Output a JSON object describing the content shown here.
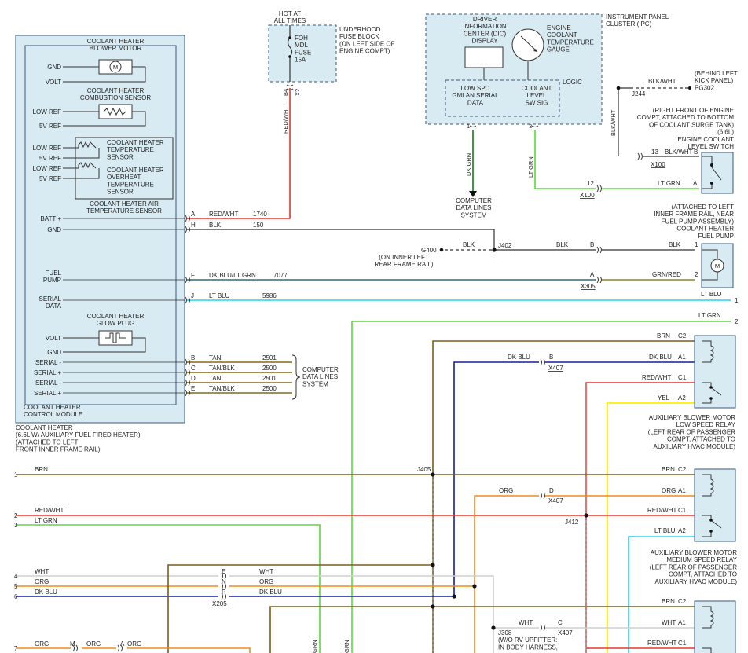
{
  "colors": {
    "red": "#e8352b",
    "black": "#333333",
    "dkblu_ltgrn": "#2a6e7e",
    "ltblu": "#22d3ee",
    "ltgrn": "#55dd33",
    "dkgrn": "#167a16",
    "brn": "#7a5c1e",
    "tan": "#8b6914",
    "dkblu": "#1020a0",
    "org": "#f08a1c",
    "yel": "#ffee00",
    "gray": "#cfcfcf"
  },
  "hot_at": "HOT AT\nALL TIMES",
  "fuse": {
    "name": "FOH\nMDL\nFUSE\n15A",
    "block": "UNDERHOOD\nFUSE BLOCK\n(ON LEFT SIDE OF\nENGINE COMPT)",
    "pins": [
      "B4",
      "X2"
    ],
    "wire": "RED/WHT"
  },
  "ipc": {
    "title": "INSTRUMENT PANEL\nCLUSTER (IPC)",
    "dic": "DRIVER\nINFORMATION\nCENTER (DIC)\nDISPLAY",
    "gauge": "ENGINE\nCOOLANT\nTEMPERATURE\nGAUGE",
    "logic": "LOGIC",
    "lowspd": "LOW SPD\nGMLAN SERIAL\nDATA",
    "coolant_sig": "COOLANT\nLEVEL\nSW SIG",
    "pins": [
      "1",
      "3"
    ],
    "wires": [
      "DK GRN",
      "LT GRN"
    ],
    "cdl": "COMPUTER\nDATA LINES\nSYSTEM"
  },
  "module": {
    "name": "COOLANT HEATER\nCONTROL MODULE",
    "desc": "COOLANT HEATER\n(6.6L W/ AUXILIARY FUEL FIRED HEATER)\n(ATTACHED TO LEFT\nFRONT INNER FRAME RAIL)",
    "blower_title": "COOLANT HEATER\nBLOWER MOTOR",
    "blower_pins": [
      "GND",
      "VOLT"
    ],
    "comb_title": "COOLANT HEATER\nCOMBUSTION SENSOR",
    "comb_pins": [
      "LOW REF",
      "5V REF"
    ],
    "temp_pins": [
      "LOW REF",
      "5V REF",
      "LOW REF",
      "5V REF"
    ],
    "temp_sensor": "COOLANT HEATER\nTEMPERATURE\nSENSOR",
    "overheat_sensor": "COOLANT HEATER\nOVERHEAT\nTEMPERATURE\nSENSOR",
    "air_sensor": "COOLANT HEATER AIR\nTEMPERATURE SENSOR",
    "glow_title": "COOLANT HEATER\nGLOW PLUG",
    "glow_pins": [
      "VOLT",
      "GND"
    ],
    "serial_pins": [
      "SERIAL -",
      "SERIAL +",
      "SERIAL -",
      "SERIAL +"
    ],
    "batt": "BATT +",
    "gnd": "GND",
    "fuel_pump": "FUEL\nPUMP",
    "serial_data": "SERIAL\nDATA"
  },
  "circuits": [
    {
      "pin": "A",
      "color": "RED/WHT",
      "num": "1740"
    },
    {
      "pin": "H",
      "color": "BLK",
      "num": "150"
    },
    {
      "pin": "F",
      "color": "DK BLU/LT GRN",
      "num": "7077"
    },
    {
      "pin": "J",
      "color": "LT BLU",
      "num": "5986"
    },
    {
      "pin": "B",
      "color": "TAN",
      "num": "2501"
    },
    {
      "pin": "C",
      "color": "TAN/BLK",
      "num": "2500"
    },
    {
      "pin": "D",
      "color": "TAN",
      "num": "2501"
    },
    {
      "pin": "E",
      "color": "TAN/BLK",
      "num": "2500"
    }
  ],
  "cdl_right": "COMPUTER\nDATA LINES\nSYSTEM",
  "ground": {
    "g400": "G400",
    "g400_desc": "(ON INNER LEFT\nREAR FRAME RAIL)",
    "j402": "J402",
    "blk": "BLK"
  },
  "pg302": {
    "blkwht": "BLK/WHT",
    "name": "(BEHIND LEFT\nKICK PANEL)\nPG302",
    "j244": "J244",
    "wire": "BLK/WHT"
  },
  "level_switch": {
    "desc": "(RIGHT FRONT OF ENGINE\nCOMPT, ATTACHED TO BOTTOM\nOF COOLANT SURGE TANK)\n(6.6L)\nENGINE COOLANT\nLEVEL SWITCH",
    "x100a": {
      "pin": "13",
      "name": "X100",
      "wire": "BLK/WHT",
      "term": "B"
    },
    "x100b": {
      "pin": "12",
      "name": "X100",
      "wire": "LT GRN",
      "term": "A"
    }
  },
  "fuel_pump": {
    "desc": "(ATTACHED TO LEFT\nINNER FRAME RAIL, NEAR\nFUEL PUMP ASSEMBLY)\nCOOLANT HEATER\nFUEL PUMP",
    "x305": "X305",
    "blk_pin": "B",
    "blk": "BLK",
    "pin1": "1",
    "grn_pin": "A",
    "grnred": "GRN/RED",
    "pin2": "2"
  },
  "offpage": {
    "ltblu": "LT BLU",
    "ltblu_n": "1",
    "ltgrn": "LT GRN",
    "ltgrn_n": "2"
  },
  "relay_low": {
    "desc": "AUXILIARY BLOWER MOTOR\nLOW SPEED RELAY\n(LEFT REAR OF PASSENGER\nCOMPT, ATTACHED TO\nAUXILIARY HVAC MODULE)",
    "pins": [
      {
        "w": "BRN",
        "p": "C2"
      },
      {
        "w": "DK BLU",
        "p": "A1"
      },
      {
        "w": "RED/WHT",
        "p": "C1"
      },
      {
        "w": "YEL",
        "p": "A2"
      }
    ],
    "x407": {
      "pin": "B",
      "name": "X407",
      "wire": "DK BLU"
    }
  },
  "relay_med": {
    "desc": "AUXILIARY BLOWER MOTOR\nMEDIUM SPEED RELAY\n(LEFT REAR OF PASSENGER\nCOMPT, ATTACHED TO\nAUXILIARY HVAC MODULE)",
    "pins": [
      {
        "w": "BRN",
        "p": "C2"
      },
      {
        "w": "ORG",
        "p": "A1"
      },
      {
        "w": "RED/WHT",
        "p": "C1"
      },
      {
        "w": "LT BLU",
        "p": "A2"
      }
    ],
    "x407": {
      "pin": "D",
      "name": "X407",
      "wire": "ORG"
    }
  },
  "relay_high": {
    "pins": [
      {
        "w": "BRN",
        "p": "C2"
      },
      {
        "w": "WHT",
        "p": "A1"
      },
      {
        "w": "RED/WHT",
        "p": "C1"
      }
    ],
    "x407": {
      "pin": "C",
      "name": "X407",
      "wire": "WHT"
    }
  },
  "left_wires": [
    {
      "n": "1",
      "w": "BRN"
    },
    {
      "n": "2",
      "w": "RED/WHT"
    },
    {
      "n": "3",
      "w": "LT GRN"
    },
    {
      "n": "4",
      "w": "WHT"
    },
    {
      "n": "5",
      "w": "ORG"
    },
    {
      "n": "6",
      "w": "DK BLU"
    },
    {
      "n": "7",
      "w": "ORG"
    }
  ],
  "splices": {
    "j405": "J405",
    "j412": "J412",
    "j308": "J308\n(W/O RV UPFITTER:\nIN BODY HARNESS,"
  },
  "x205": {
    "name": "X205",
    "pins": [
      "E",
      "N",
      "P"
    ],
    "wires": [
      "WHT",
      "ORG",
      "DK BLU"
    ]
  },
  "bottom": {
    "m": "M",
    "a": "A",
    "org": "ORG",
    "grn1": "GRN",
    "grn2": "GRN"
  }
}
